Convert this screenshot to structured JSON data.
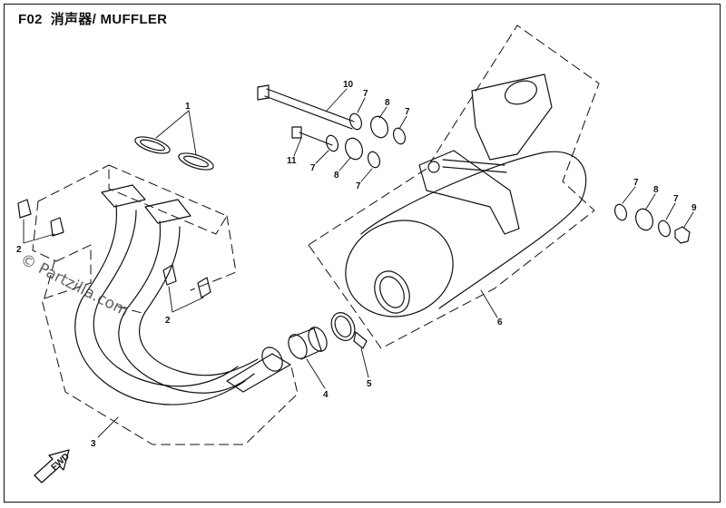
{
  "header": {
    "code": "F02",
    "title_cn": "消声器/",
    "title_en": "MUFFLER"
  },
  "watermark": "© Partzilla.com",
  "fwd_label": "FWD",
  "callouts": [
    {
      "id": "c1",
      "label": "1"
    },
    {
      "id": "c2a",
      "label": "2"
    },
    {
      "id": "c2b",
      "label": "2"
    },
    {
      "id": "c3",
      "label": "3"
    },
    {
      "id": "c4",
      "label": "4"
    },
    {
      "id": "c5",
      "label": "5"
    },
    {
      "id": "c6",
      "label": "6"
    },
    {
      "id": "c7a",
      "label": "7"
    },
    {
      "id": "c7b",
      "label": "7"
    },
    {
      "id": "c7c",
      "label": "7"
    },
    {
      "id": "c7d",
      "label": "7"
    },
    {
      "id": "c7e",
      "label": "7"
    },
    {
      "id": "c7f",
      "label": "7"
    },
    {
      "id": "c8a",
      "label": "8"
    },
    {
      "id": "c8b",
      "label": "8"
    },
    {
      "id": "c8c",
      "label": "8"
    },
    {
      "id": "c9",
      "label": "9"
    },
    {
      "id": "c10",
      "label": "10"
    },
    {
      "id": "c11",
      "label": "11"
    }
  ]
}
